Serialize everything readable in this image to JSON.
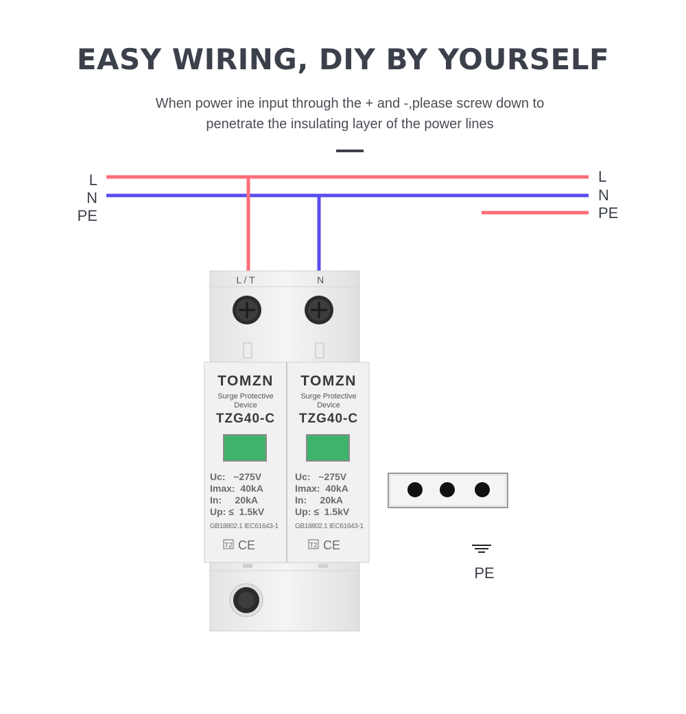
{
  "header": {
    "title": "EASY WIRING, DIY BY YOURSELF",
    "subtitle_line1": "When power ine input through the + and -,please screw down to",
    "subtitle_line2": "penetrate the insulating layer of the power lines"
  },
  "lines": {
    "left": [
      "L",
      "N",
      "PE"
    ],
    "right": [
      "L",
      "N",
      "PE"
    ]
  },
  "device": {
    "terminal_labels": [
      "L / T",
      "N"
    ],
    "modules": [
      {
        "brand": "TOMZN",
        "type_line1": "Surge Protective",
        "type_line2": "Device",
        "model": "TZG40-C",
        "specs": [
          "Uc:   ~275V",
          "Imax:  40kA",
          "In:     20kA",
          "Up: ≤  1.5kV"
        ],
        "standards": "GB18802.1 IEC61643-1",
        "class_mark": "T2",
        "cert_mark": "CE"
      },
      {
        "brand": "TOMZN",
        "type_line1": "Surge Protective",
        "type_line2": "Device",
        "model": "TZG40-C",
        "specs": [
          "Uc:   ~275V",
          "Imax:  40kA",
          "In:     20kA",
          "Up: ≤  1.5kV"
        ],
        "standards": "GB18802.1 IEC61643-1",
        "class_mark": "T2",
        "cert_mark": "CE"
      }
    ]
  },
  "ground_label": "PE",
  "colors": {
    "live": "#ff6e78",
    "neutral": "#5a4cf0",
    "indicator": "#3fb36b",
    "device_body": "#efeff0"
  }
}
